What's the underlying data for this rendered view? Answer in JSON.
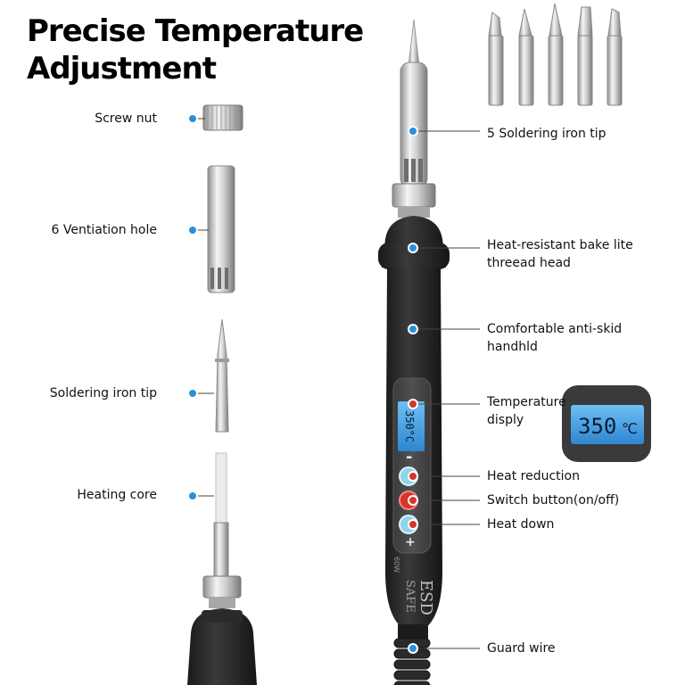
{
  "title": {
    "line1": "Precise Temperature",
    "line2": "Adjustment"
  },
  "labels_left": {
    "screw_nut": "Screw nut",
    "ventilation_hole": "6 Ventiation hole",
    "soldering_tip": "Soldering iron tip",
    "heating_core": "Heating core"
  },
  "labels_right": {
    "tips": "5 Soldering iron tip",
    "bakelite_line1": "Heat-resistant bake lite",
    "bakelite_line2": "threead head",
    "handle_line1": "Comfortable anti-skid",
    "handle_line2": "handhld",
    "temp_line1": "Temperature",
    "temp_line2": "disply",
    "heat_reduction": "Heat reduction",
    "switch": "Switch button(on/off)",
    "heat_down": "Heat down",
    "guard_wire": "Guard wire"
  },
  "display": {
    "reading": "350",
    "unit": "℃"
  },
  "buttons": {
    "minus": "-",
    "plus": "+"
  },
  "handle_print": {
    "brand": "ESD",
    "brand2": "SAFE",
    "watt": "60W"
  },
  "colors": {
    "callout_dot": "#2a8fd8",
    "lcd": "#4aa8e8",
    "power_button": "#d8342c",
    "handle": "#2b2b2d"
  }
}
